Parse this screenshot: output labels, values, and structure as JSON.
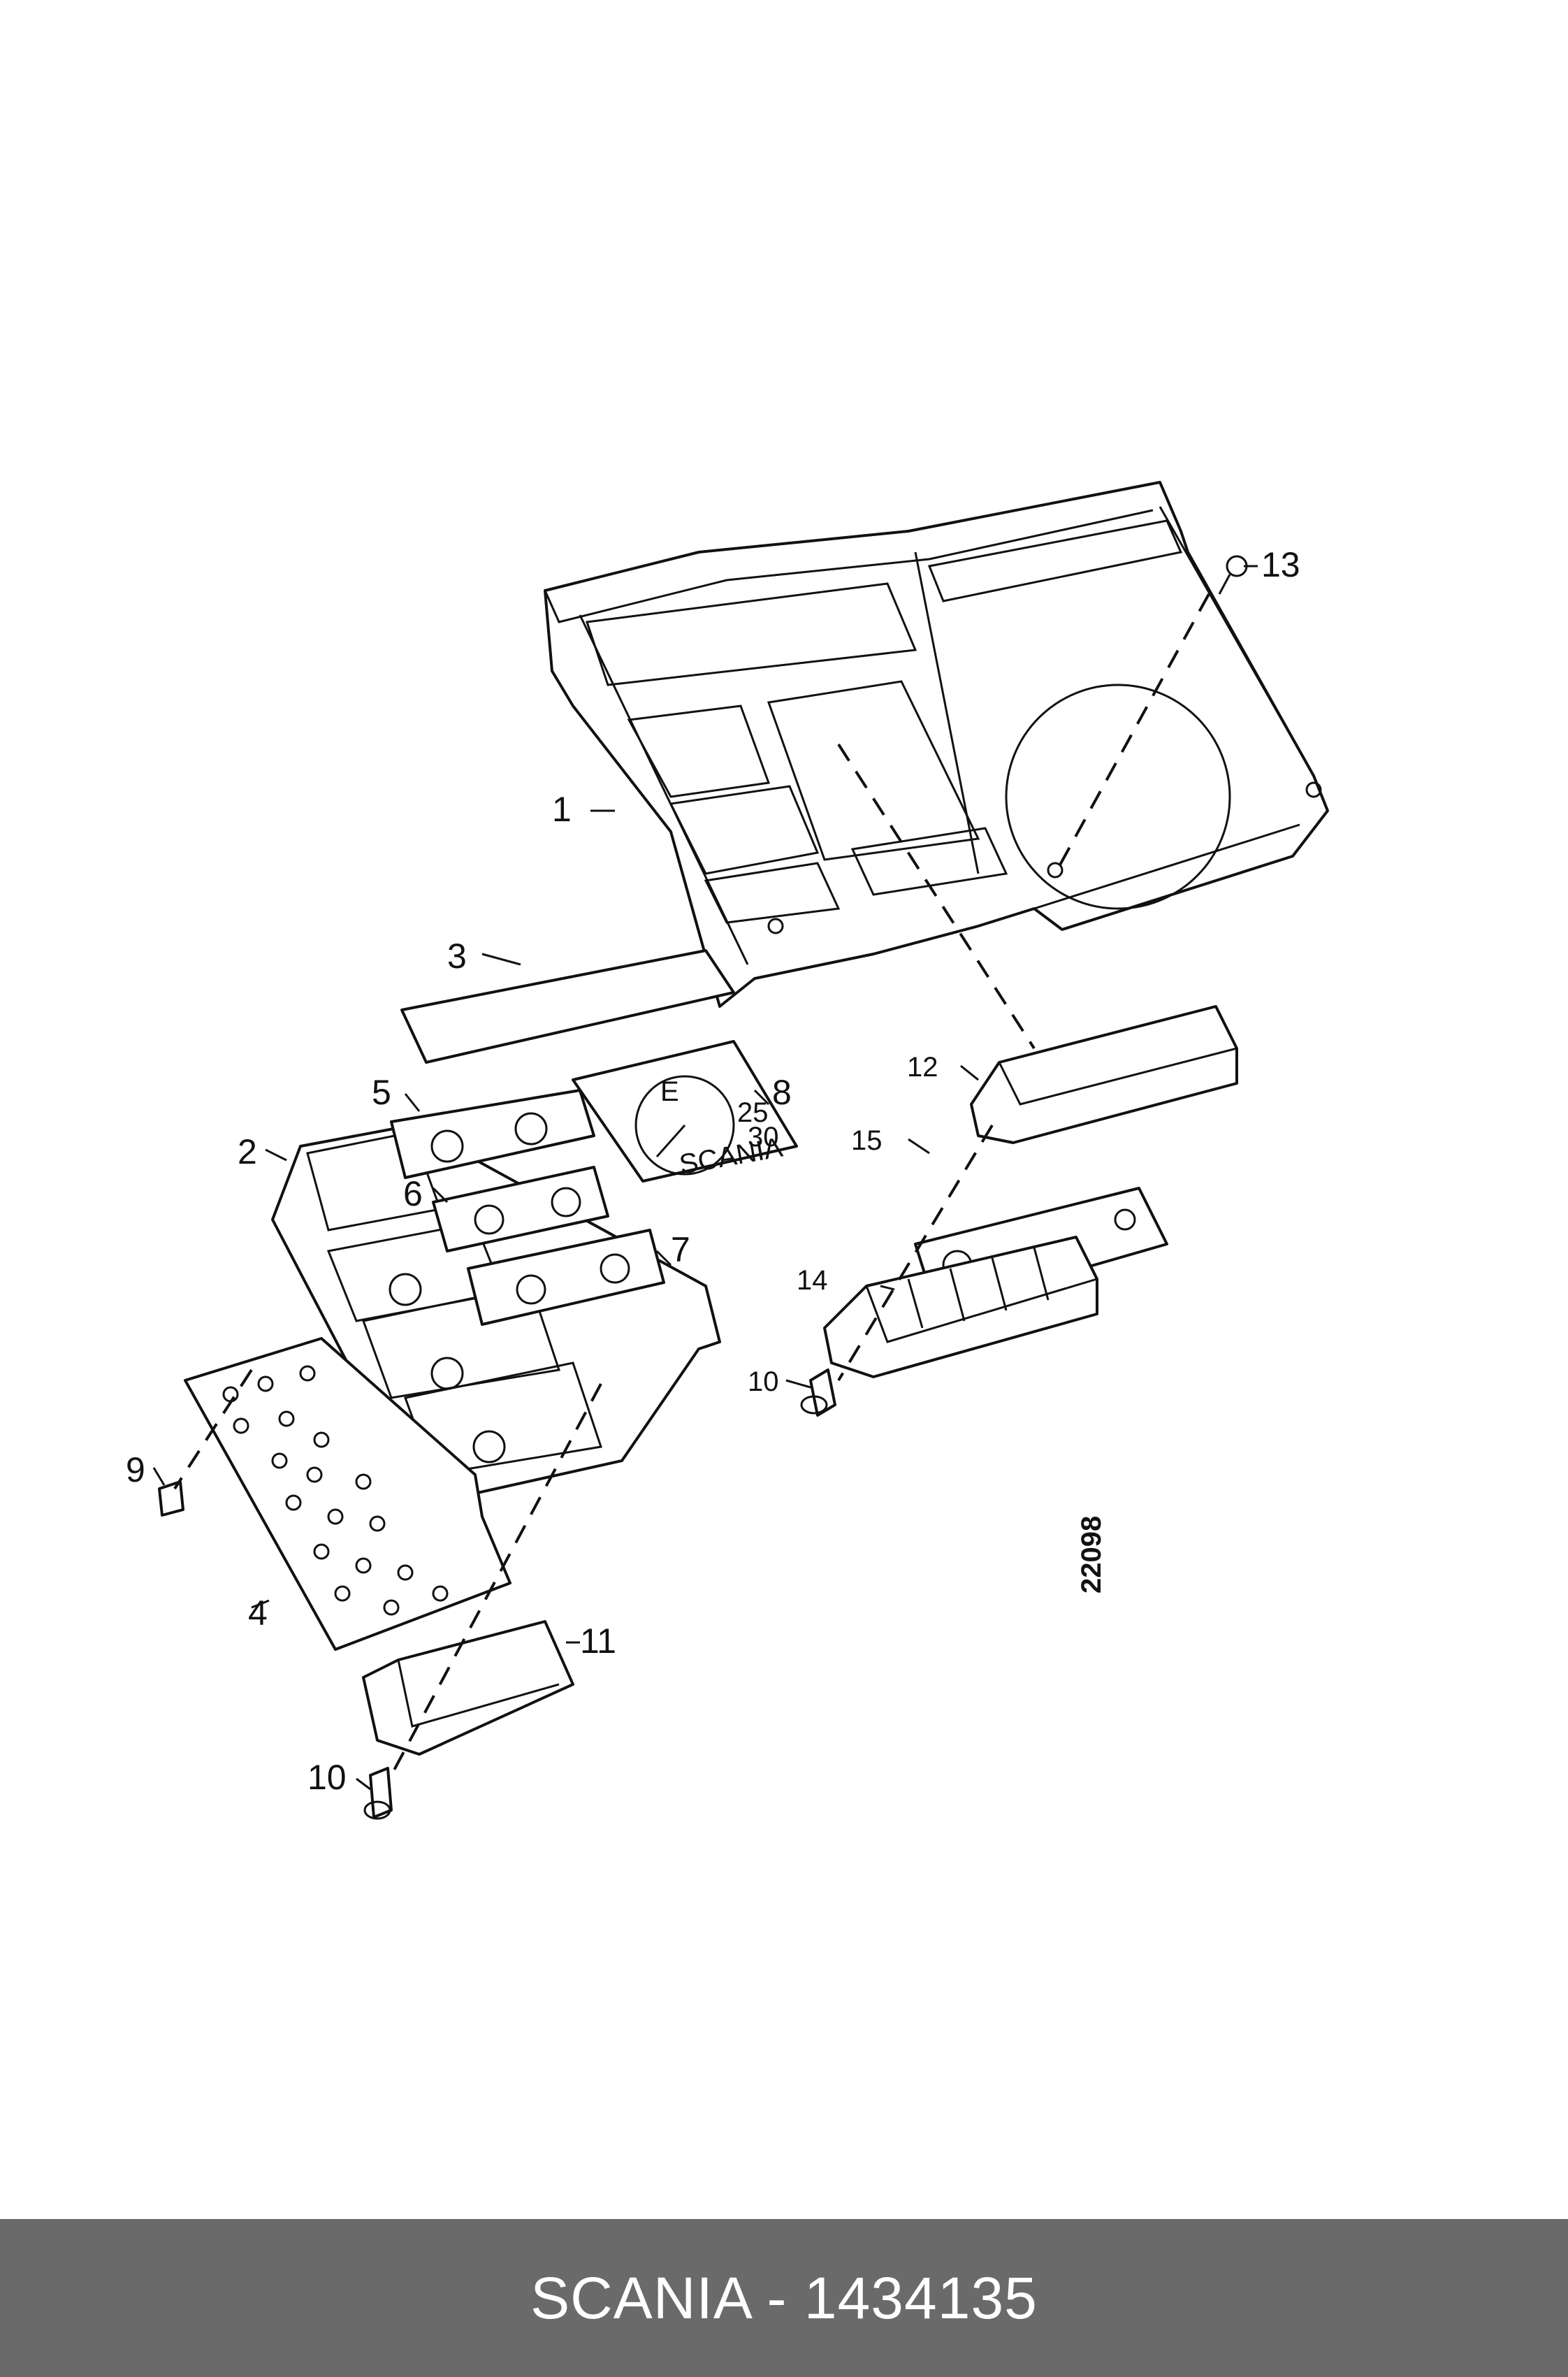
{
  "callouts": {
    "c1": "1",
    "c2": "2",
    "c3": "3",
    "c4": "4",
    "c5": "5",
    "c6": "6",
    "c7": "7",
    "c8": "8",
    "c9": "9",
    "c10a": "10",
    "c10b": "10",
    "c11": "11",
    "c12": "12",
    "c13": "13",
    "c14": "14",
    "c15": "15"
  },
  "gauge_labels": {
    "brand": "SCANIA",
    "e_mark": "E",
    "tick_25": "25",
    "tick_30": "30"
  },
  "drawing_number": "22098",
  "footer": {
    "caption": "SCANIA - 1434135"
  },
  "colors": {
    "footer_bg": "#6a6a6a",
    "footer_text": "#ffffff",
    "line": "#111111"
  }
}
